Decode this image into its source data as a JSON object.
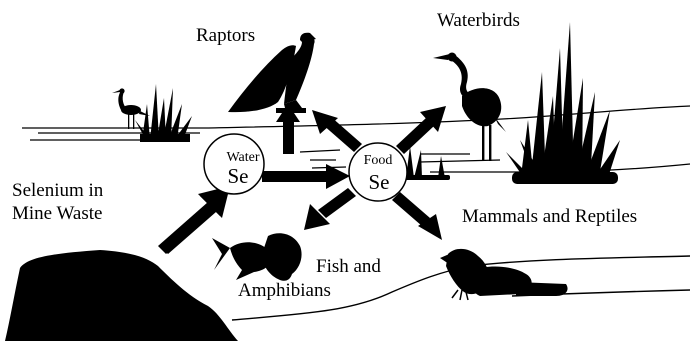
{
  "labels": {
    "raptors": "Raptors",
    "waterbirds": "Waterbirds",
    "source_line1": "Selenium in",
    "source_line2": "Mine Waste",
    "mammals": "Mammals and Reptiles",
    "fish_line1": "Fish and",
    "fish_line2": "Amphibians"
  },
  "nodes": {
    "water": {
      "line1": "Water",
      "line2": "Se"
    },
    "food": {
      "line1": "Food",
      "line2": "Se"
    }
  },
  "flows": [
    {
      "from": "Mine Waste",
      "to": "Water Se"
    },
    {
      "from": "Water Se",
      "to": "Food Se"
    },
    {
      "from": "Water Se",
      "to": "Raptors"
    },
    {
      "from": "Food Se",
      "to": "Raptors"
    },
    {
      "from": "Food Se",
      "to": "Waterbirds"
    },
    {
      "from": "Food Se",
      "to": "Fish and Amphibians"
    },
    {
      "from": "Food Se",
      "to": "Mammals and Reptiles"
    }
  ],
  "icons": [
    "heron-icon",
    "raptor-icon",
    "waterbird-icon",
    "fish-icon",
    "beaver-icon",
    "reeds-icon",
    "mine-waste-icon"
  ],
  "colors": {
    "ink": "#000000",
    "paper": "#ffffff"
  }
}
